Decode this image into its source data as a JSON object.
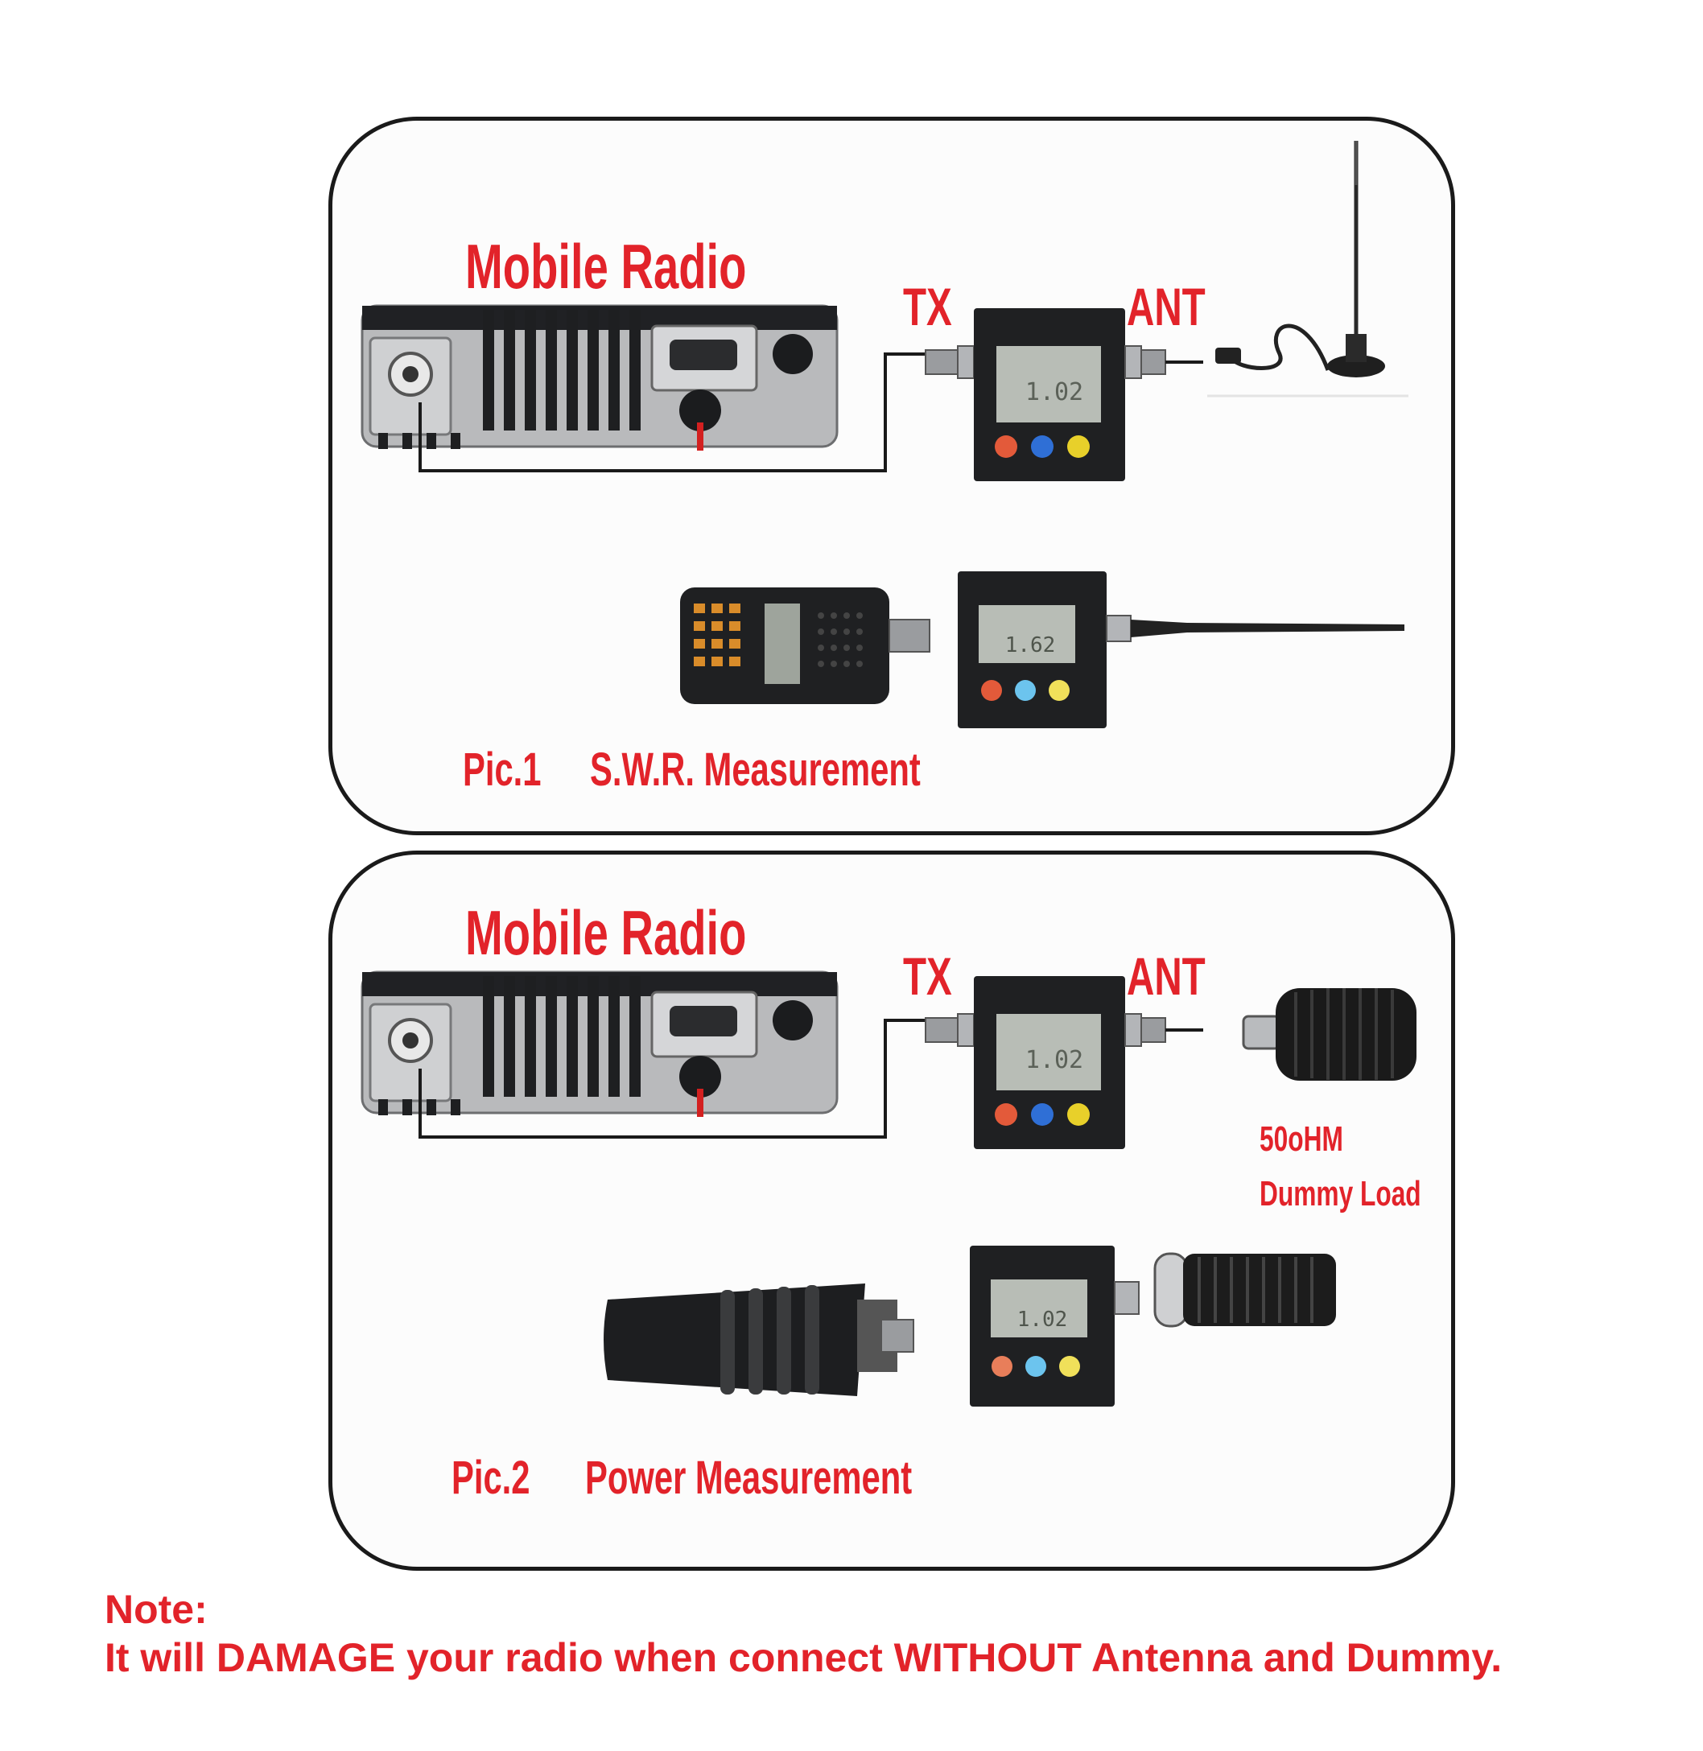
{
  "panel1": {
    "title": "Mobile Radio",
    "tx_label": "TX",
    "ant_label": "ANT",
    "meter_reading_mobile": "1.02",
    "meter_reading_handheld": "1.62",
    "pic_label": "Pic.1",
    "caption": "S.W.R. Measurement"
  },
  "panel2": {
    "title": "Mobile Radio",
    "tx_label": "TX",
    "ant_label": "ANT",
    "meter_reading_mobile": "1.02",
    "meter_reading_handheld": "1.02",
    "load_rating": "50oHM",
    "load_name": "Dummy Load",
    "pic_label": "Pic.2",
    "caption": "Power Measurement"
  },
  "note": {
    "heading": "Note:",
    "text": "It will DAMAGE your radio when connect WITHOUT Antenna and Dummy."
  },
  "colors": {
    "label_red": "#e2232a",
    "outline": "#1a1a1a"
  }
}
